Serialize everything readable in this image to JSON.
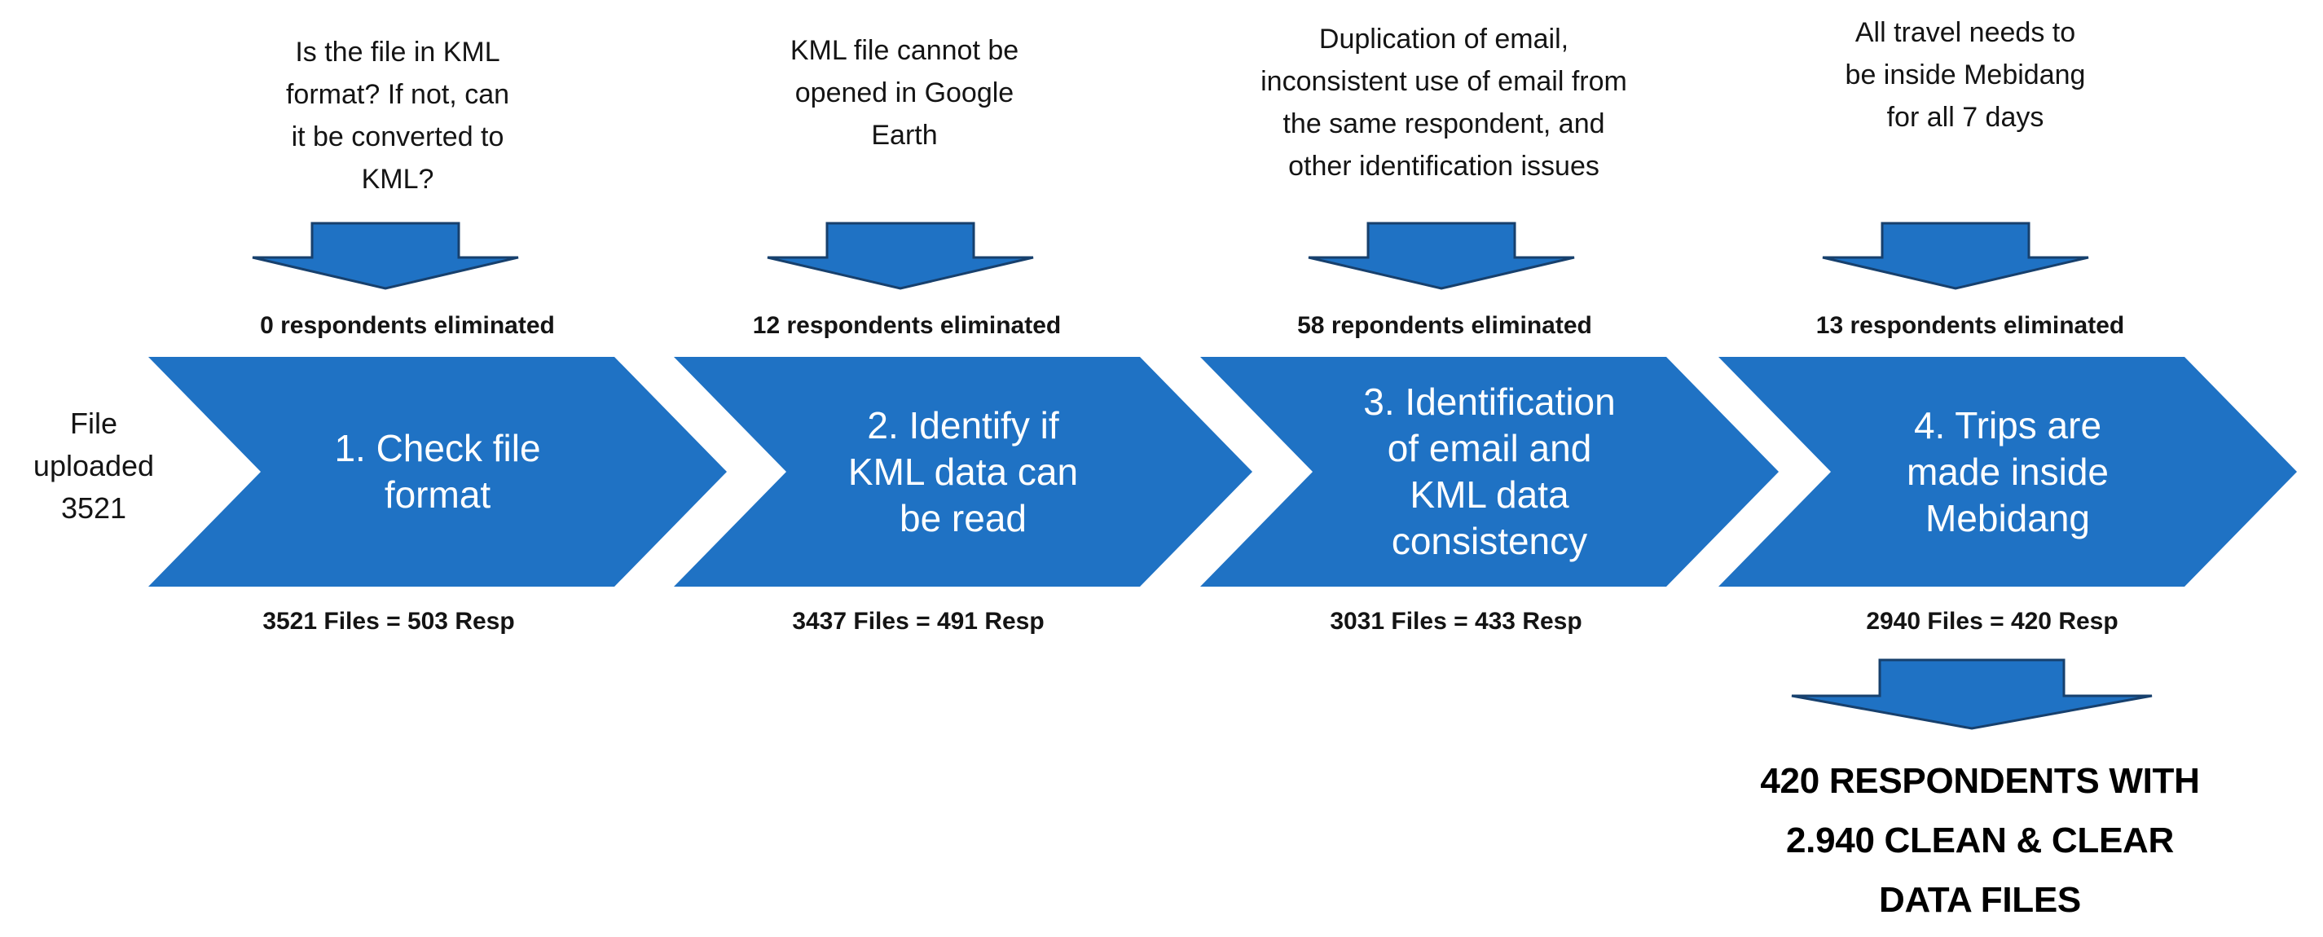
{
  "colors": {
    "shape_blue": "#1F72C4",
    "shape_border": "#17406D",
    "text_dark": "#141414"
  },
  "intro": {
    "label": "File\nuploaded\n3521"
  },
  "steps": [
    {
      "annotation": "Is the file in KML\nformat? If not, can\nit be converted to\nKML?",
      "eliminated": "0 respondents eliminated",
      "title": "1. Check file\nformat",
      "result": "3521 Files = 503 Resp"
    },
    {
      "annotation": "KML file cannot be\nopened in Google\nEarth",
      "eliminated": "12 respondents eliminated",
      "title": "2. Identify if\nKML data can\nbe read",
      "result": "3437 Files = 491 Resp"
    },
    {
      "annotation": "Duplication of email,\ninconsistent use of email from\nthe same respondent, and\nother identification issues",
      "eliminated": "58 repondents eliminated",
      "title": "3. Identification\nof email and\nKML data\nconsistency",
      "result": "3031 Files = 433 Resp"
    },
    {
      "annotation": "All travel needs to\nbe inside Mebidang\nfor all 7 days",
      "eliminated": "13 respondents eliminated",
      "title": "4. Trips are\nmade inside\nMebidang",
      "result": "2940 Files = 420 Resp"
    }
  ],
  "final": {
    "summary": "420 RESPONDENTS WITH\n2.940 CLEAN & CLEAR\nDATA FILES"
  }
}
